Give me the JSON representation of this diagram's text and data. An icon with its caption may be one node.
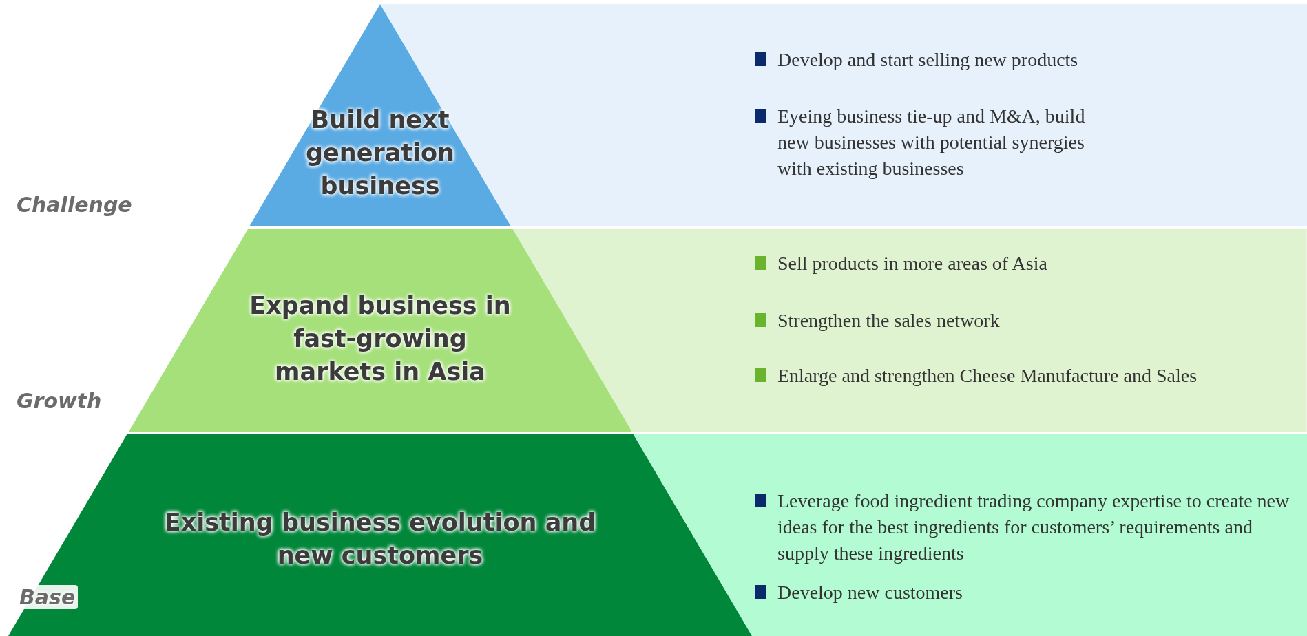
{
  "diagram": {
    "nodes": [
      {
        "text": [
          "Build next generation business"
        ]
      },
      {
        "text": [
          "Expand business in fast-growing markets in Asia"
        ]
      },
      {
        "text": [
          "Existing business evolution and new customers"
        ]
      },
      {
        "text": [
          "Develop and start selling new products",
          "Eyeing business tie-up and M&A, build new businesses with potential synergies with existing businesses"
        ]
      },
      {
        "text": [
          "Sell products in more areas of Asia",
          "Strengthen the sales network",
          "Enlarge and strengthen Cheese Manufacture and Sales"
        ]
      },
      {
        "text": [
          "Leverage food ingredient trading company expertise to create new ideas for the best ingredients for customers’ requirements and supply these ingredients",
          "Develop new customers"
        ]
      }
    ],
    "edges": [],
    "labels": [
      "Challenge",
      "Growth",
      "Base"
    ]
  }
}
